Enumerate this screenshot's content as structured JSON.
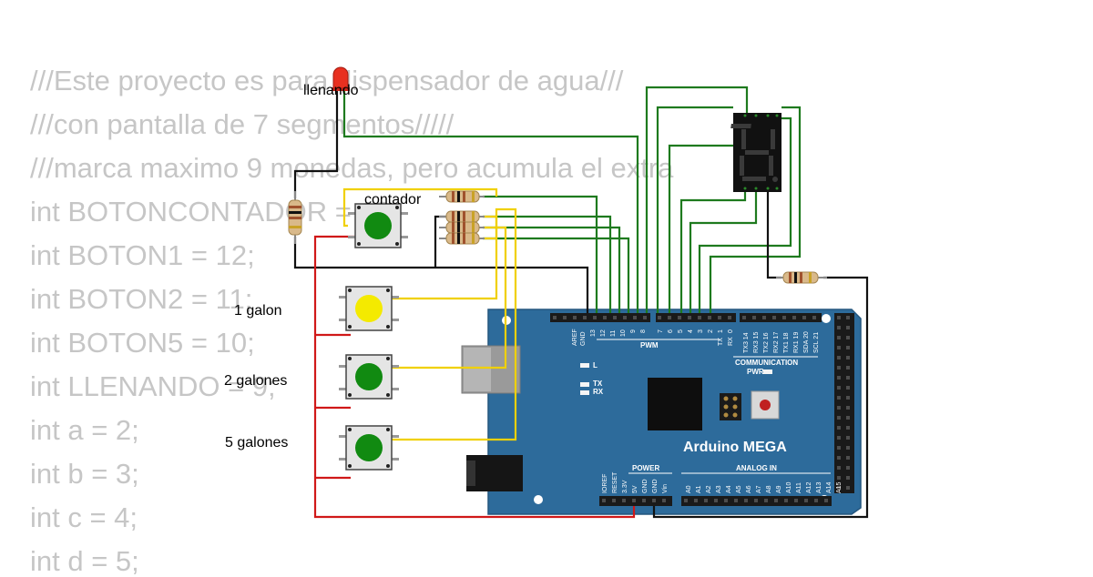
{
  "code_lines": [
    "///Este proyecto es para dispensador de agua///",
    "///con pantalla de 7 segmentos/////",
    "///marca maximo 9 monedas, pero acumula el extra",
    "int BOTONCONTADOR = 13;",
    "int BOTON1 = 12;",
    "int BOTON2 = 11;",
    "int BOTON5 = 10;",
    "int LLENANDO = 9;",
    "int a = 2;",
    "int b = 3;",
    "int c = 4;",
    "int d = 5;"
  ],
  "labels": {
    "led": "llenando",
    "counter_button": "contador",
    "button1": "1 galon",
    "button2": "2 galones",
    "button5": "5 galones"
  },
  "board": {
    "name": "Arduino MEGA",
    "pwm": "PWM",
    "communication": "COMMUNICATION",
    "power": "POWER",
    "analog_in": "ANALOG IN",
    "led_l": "L",
    "led_tx": "TX",
    "led_rx": "RX",
    "pwr": "PWR",
    "top_pins": [
      "AREF",
      "GND",
      "13",
      "12",
      "11",
      "10",
      "9",
      "8"
    ],
    "top_pins2": [
      "7",
      "6",
      "5",
      "4",
      "3",
      "2",
      "1",
      "0"
    ],
    "top_pins2_sub": [
      "",
      "",
      "",
      "",
      "",
      "",
      "TX",
      "RX"
    ],
    "comm_pins": [
      "TX3 14",
      "RX3 15",
      "TX2 16",
      "RX2 17",
      "TX1 18",
      "RX1 19",
      "SDA 20",
      "SCL 21"
    ],
    "power_pins": [
      "IOREF",
      "RESET",
      "3.3V",
      "5V",
      "GND",
      "GND",
      "Vin"
    ],
    "analog_pins": [
      "A0",
      "A1",
      "A2",
      "A3",
      "A4",
      "A5",
      "A6",
      "A7",
      "A8",
      "A9",
      "A10",
      "A11",
      "A12",
      "A13",
      "A14",
      "A15"
    ]
  },
  "colors": {
    "board": "#2d6b9b",
    "wire_green": "#1e7a1e",
    "wire_black": "#111111",
    "wire_red": "#d01818",
    "wire_yellow": "#f0d000",
    "button_green": "#118a11",
    "button_yellow": "#f4ea00",
    "led_red": "#e83020",
    "code_gray": "#c6c6c6"
  }
}
